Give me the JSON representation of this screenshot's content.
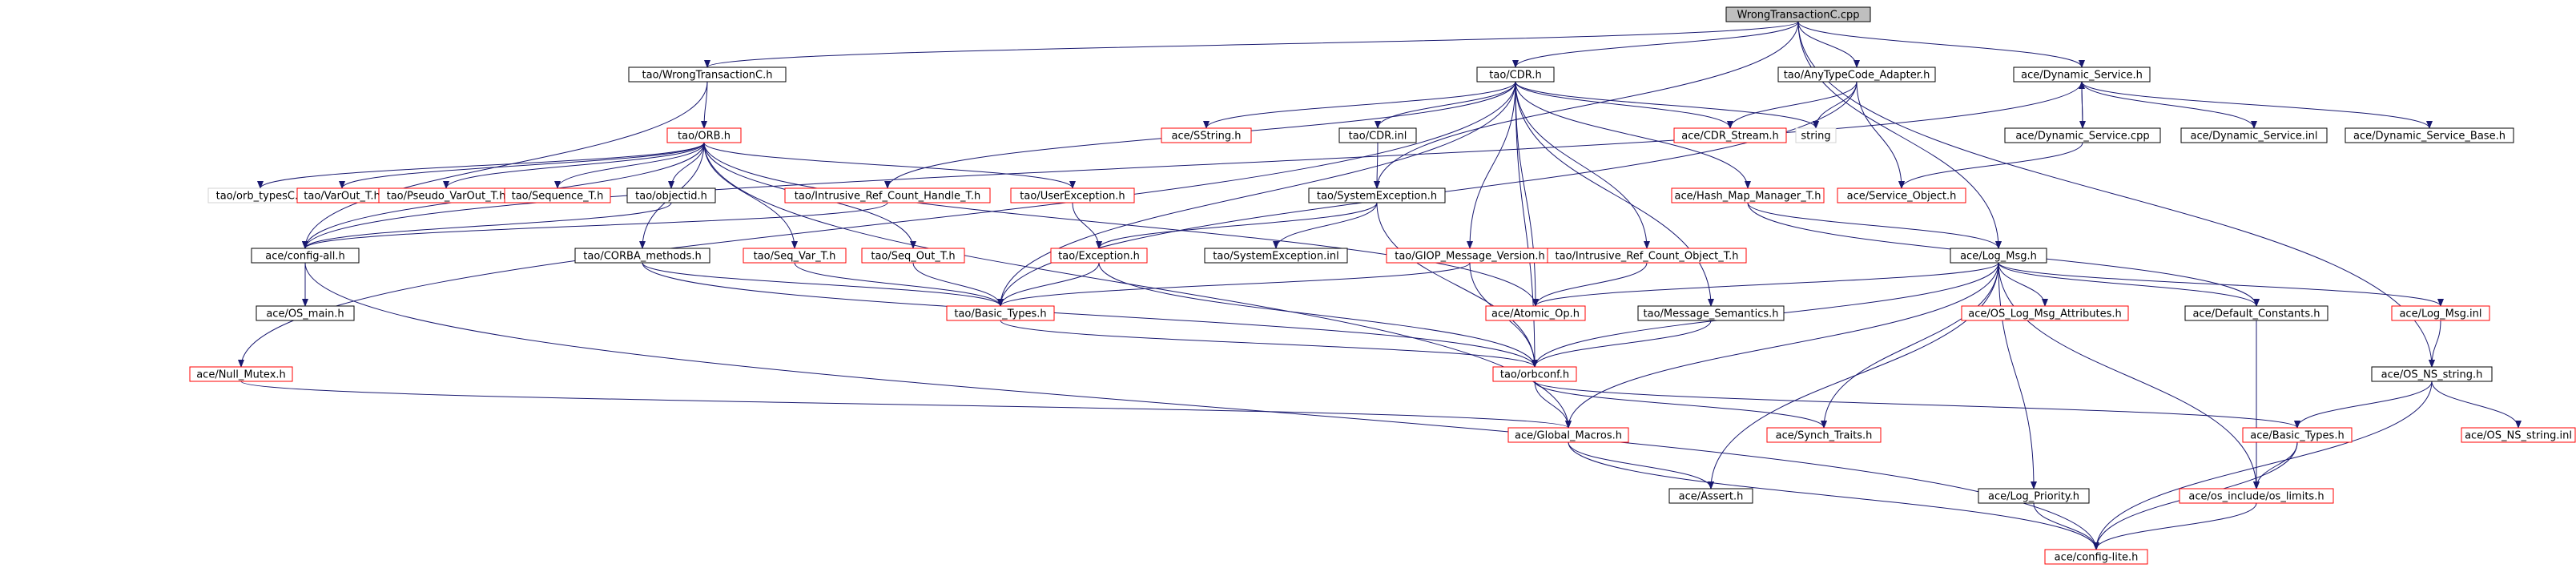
{
  "diagram": {
    "colors": {
      "edge": "#191970",
      "root_fill": "#bfbfbf",
      "node_fill": "#ffffff",
      "border_black": "#000000",
      "border_red": "#ff0000",
      "border_gray": "#d3d3d3",
      "text": "#000000"
    },
    "nodes": [
      {
        "id": "root",
        "label": "WrongTransactionC.cpp",
        "style": "root"
      },
      {
        "id": "wtc_h",
        "label": "tao/WrongTransactionC.h",
        "style": "black"
      },
      {
        "id": "cdr_h",
        "label": "tao/CDR.h",
        "style": "black"
      },
      {
        "id": "any_adapter",
        "label": "tao/AnyTypeCode_Adapter.h",
        "style": "black"
      },
      {
        "id": "dyn_service",
        "label": "ace/Dynamic_Service.h",
        "style": "black"
      },
      {
        "id": "orb_h",
        "label": "tao/ORB.h",
        "style": "red"
      },
      {
        "id": "sstring",
        "label": "ace/SString.h",
        "style": "red"
      },
      {
        "id": "cdr_inl",
        "label": "tao/CDR.inl",
        "style": "black"
      },
      {
        "id": "cdr_stream",
        "label": "ace/CDR_Stream.h",
        "style": "red"
      },
      {
        "id": "string",
        "label": "string",
        "style": "gray"
      },
      {
        "id": "dyn_service_cpp",
        "label": "ace/Dynamic_Service.cpp",
        "style": "black"
      },
      {
        "id": "dyn_service_inl",
        "label": "ace/Dynamic_Service.inl",
        "style": "black"
      },
      {
        "id": "dyn_service_base",
        "label": "ace/Dynamic_Service_Base.h",
        "style": "black"
      },
      {
        "id": "orb_typesc",
        "label": "tao/orb_typesC.h",
        "style": "gray"
      },
      {
        "id": "varout",
        "label": "tao/VarOut_T.h",
        "style": "red"
      },
      {
        "id": "pseudo_varout",
        "label": "tao/Pseudo_VarOut_T.h",
        "style": "red"
      },
      {
        "id": "sequence_t",
        "label": "tao/Sequence_T.h",
        "style": "red"
      },
      {
        "id": "objectid",
        "label": "tao/objectid.h",
        "style": "black"
      },
      {
        "id": "intrusive_ref_handle",
        "label": "tao/Intrusive_Ref_Count_Handle_T.h",
        "style": "red"
      },
      {
        "id": "userexception",
        "label": "tao/UserException.h",
        "style": "red"
      },
      {
        "id": "systemexception",
        "label": "tao/SystemException.h",
        "style": "black"
      },
      {
        "id": "hash_map_manager",
        "label": "ace/Hash_Map_Manager_T.h",
        "style": "red"
      },
      {
        "id": "service_object",
        "label": "ace/Service_Object.h",
        "style": "red"
      },
      {
        "id": "config_all",
        "label": "ace/config-all.h",
        "style": "black"
      },
      {
        "id": "corba_methods",
        "label": "tao/CORBA_methods.h",
        "style": "black"
      },
      {
        "id": "seq_var",
        "label": "tao/Seq_Var_T.h",
        "style": "red"
      },
      {
        "id": "seq_out",
        "label": "tao/Seq_Out_T.h",
        "style": "red"
      },
      {
        "id": "exception_h",
        "label": "tao/Exception.h",
        "style": "red"
      },
      {
        "id": "sysexc_inl",
        "label": "tao/SystemException.inl",
        "style": "black"
      },
      {
        "id": "giop_version",
        "label": "tao/GIOP_Message_Version.h",
        "style": "red"
      },
      {
        "id": "intrusive_ref_object",
        "label": "tao/Intrusive_Ref_Count_Object_T.h",
        "style": "red"
      },
      {
        "id": "log_msg",
        "label": "ace/Log_Msg.h",
        "style": "black"
      },
      {
        "id": "os_main",
        "label": "ace/OS_main.h",
        "style": "black"
      },
      {
        "id": "basic_types_tao",
        "label": "tao/Basic_Types.h",
        "style": "red"
      },
      {
        "id": "atomic_op",
        "label": "ace/Atomic_Op.h",
        "style": "red"
      },
      {
        "id": "message_semantics",
        "label": "tao/Message_Semantics.h",
        "style": "black"
      },
      {
        "id": "os_log_msg_attr",
        "label": "ace/OS_Log_Msg_Attributes.h",
        "style": "red"
      },
      {
        "id": "default_constants",
        "label": "ace/Default_Constants.h",
        "style": "black"
      },
      {
        "id": "log_msg_inl",
        "label": "ace/Log_Msg.inl",
        "style": "red"
      },
      {
        "id": "null_mutex",
        "label": "ace/Null_Mutex.h",
        "style": "red"
      },
      {
        "id": "orbconf",
        "label": "tao/orbconf.h",
        "style": "red"
      },
      {
        "id": "os_ns_string",
        "label": "ace/OS_NS_string.h",
        "style": "black"
      },
      {
        "id": "global_macros",
        "label": "ace/Global_Macros.h",
        "style": "red"
      },
      {
        "id": "synch_traits",
        "label": "ace/Synch_Traits.h",
        "style": "red"
      },
      {
        "id": "basic_types_ace",
        "label": "ace/Basic_Types.h",
        "style": "red"
      },
      {
        "id": "os_ns_string_inl",
        "label": "ace/OS_NS_string.inl",
        "style": "red"
      },
      {
        "id": "assert_h",
        "label": "ace/Assert.h",
        "style": "black"
      },
      {
        "id": "log_priority",
        "label": "ace/Log_Priority.h",
        "style": "black"
      },
      {
        "id": "os_limits",
        "label": "ace/os_include/os_limits.h",
        "style": "red"
      },
      {
        "id": "config_lite",
        "label": "ace/config-lite.h",
        "style": "red"
      }
    ],
    "edges": [
      [
        "root",
        "wtc_h"
      ],
      [
        "root",
        "cdr_h"
      ],
      [
        "root",
        "any_adapter"
      ],
      [
        "root",
        "dyn_service"
      ],
      [
        "root",
        "log_msg"
      ],
      [
        "root",
        "os_ns_string"
      ],
      [
        "root",
        "systemexception"
      ],
      [
        "wtc_h",
        "orb_h"
      ],
      [
        "wtc_h",
        "config_all"
      ],
      [
        "cdr_h",
        "sstring"
      ],
      [
        "cdr_h",
        "cdr_inl"
      ],
      [
        "cdr_h",
        "cdr_stream"
      ],
      [
        "cdr_h",
        "string"
      ],
      [
        "cdr_h",
        "hash_map_manager"
      ],
      [
        "cdr_h",
        "intrusive_ref_handle"
      ],
      [
        "cdr_h",
        "basic_types_tao"
      ],
      [
        "cdr_h",
        "giop_version"
      ],
      [
        "cdr_h",
        "intrusive_ref_object"
      ],
      [
        "cdr_h",
        "message_semantics"
      ],
      [
        "cdr_h",
        "orbconf"
      ],
      [
        "cdr_h",
        "atomic_op"
      ],
      [
        "cdr_h",
        "null_mutex"
      ],
      [
        "any_adapter",
        "cdr_stream"
      ],
      [
        "any_adapter",
        "string"
      ],
      [
        "any_adapter",
        "service_object"
      ],
      [
        "any_adapter",
        "basic_types_tao"
      ],
      [
        "dyn_service",
        "dyn_service_cpp"
      ],
      [
        "dyn_service",
        "dyn_service_inl"
      ],
      [
        "dyn_service",
        "dyn_service_base"
      ],
      [
        "dyn_service",
        "config_all"
      ],
      [
        "dyn_service_cpp",
        "dyn_service"
      ],
      [
        "dyn_service_cpp",
        "service_object"
      ],
      [
        "cdr_inl",
        "systemexception"
      ],
      [
        "orb_h",
        "orb_typesc"
      ],
      [
        "orb_h",
        "varout"
      ],
      [
        "orb_h",
        "pseudo_varout"
      ],
      [
        "orb_h",
        "sequence_t"
      ],
      [
        "orb_h",
        "objectid"
      ],
      [
        "orb_h",
        "userexception"
      ],
      [
        "orb_h",
        "corba_methods"
      ],
      [
        "orb_h",
        "seq_var"
      ],
      [
        "orb_h",
        "seq_out"
      ],
      [
        "orb_h",
        "config_all"
      ],
      [
        "orb_h",
        "atomic_op"
      ],
      [
        "orb_h",
        "global_macros"
      ],
      [
        "objectid",
        "config_all"
      ],
      [
        "intrusive_ref_handle",
        "config_all"
      ],
      [
        "userexception",
        "exception_h"
      ],
      [
        "systemexception",
        "exception_h"
      ],
      [
        "systemexception",
        "sysexc_inl"
      ],
      [
        "systemexception",
        "orbconf"
      ],
      [
        "hash_map_manager",
        "log_msg"
      ],
      [
        "hash_map_manager",
        "default_constants"
      ],
      [
        "config_all",
        "os_main"
      ],
      [
        "config_all",
        "config_lite"
      ],
      [
        "corba_methods",
        "basic_types_tao"
      ],
      [
        "corba_methods",
        "orbconf"
      ],
      [
        "seq_var",
        "basic_types_tao"
      ],
      [
        "seq_out",
        "basic_types_tao"
      ],
      [
        "exception_h",
        "basic_types_tao"
      ],
      [
        "exception_h",
        "orbconf"
      ],
      [
        "giop_version",
        "basic_types_tao"
      ],
      [
        "giop_version",
        "orbconf"
      ],
      [
        "intrusive_ref_object",
        "atomic_op"
      ],
      [
        "log_msg",
        "atomic_op"
      ],
      [
        "log_msg",
        "os_log_msg_attr"
      ],
      [
        "log_msg",
        "default_constants"
      ],
      [
        "log_msg",
        "log_msg_inl"
      ],
      [
        "log_msg",
        "global_macros"
      ],
      [
        "log_msg",
        "synch_traits"
      ],
      [
        "log_msg",
        "assert_h"
      ],
      [
        "log_msg",
        "log_priority"
      ],
      [
        "log_msg",
        "os_limits"
      ],
      [
        "log_msg",
        "orbconf"
      ],
      [
        "basic_types_tao",
        "orbconf"
      ],
      [
        "message_semantics",
        "orbconf"
      ],
      [
        "default_constants",
        "os_limits"
      ],
      [
        "log_msg_inl",
        "os_ns_string"
      ],
      [
        "null_mutex",
        "global_macros"
      ],
      [
        "orbconf",
        "global_macros"
      ],
      [
        "orbconf",
        "synch_traits"
      ],
      [
        "orbconf",
        "basic_types_ace"
      ],
      [
        "os_ns_string",
        "basic_types_ace"
      ],
      [
        "os_ns_string",
        "os_ns_string_inl"
      ],
      [
        "os_ns_string",
        "config_lite"
      ],
      [
        "global_macros",
        "assert_h"
      ],
      [
        "global_macros",
        "config_lite"
      ],
      [
        "basic_types_ace",
        "os_limits"
      ],
      [
        "basic_types_ace",
        "config_lite"
      ],
      [
        "log_priority",
        "config_lite"
      ],
      [
        "os_limits",
        "config_lite"
      ]
    ]
  }
}
